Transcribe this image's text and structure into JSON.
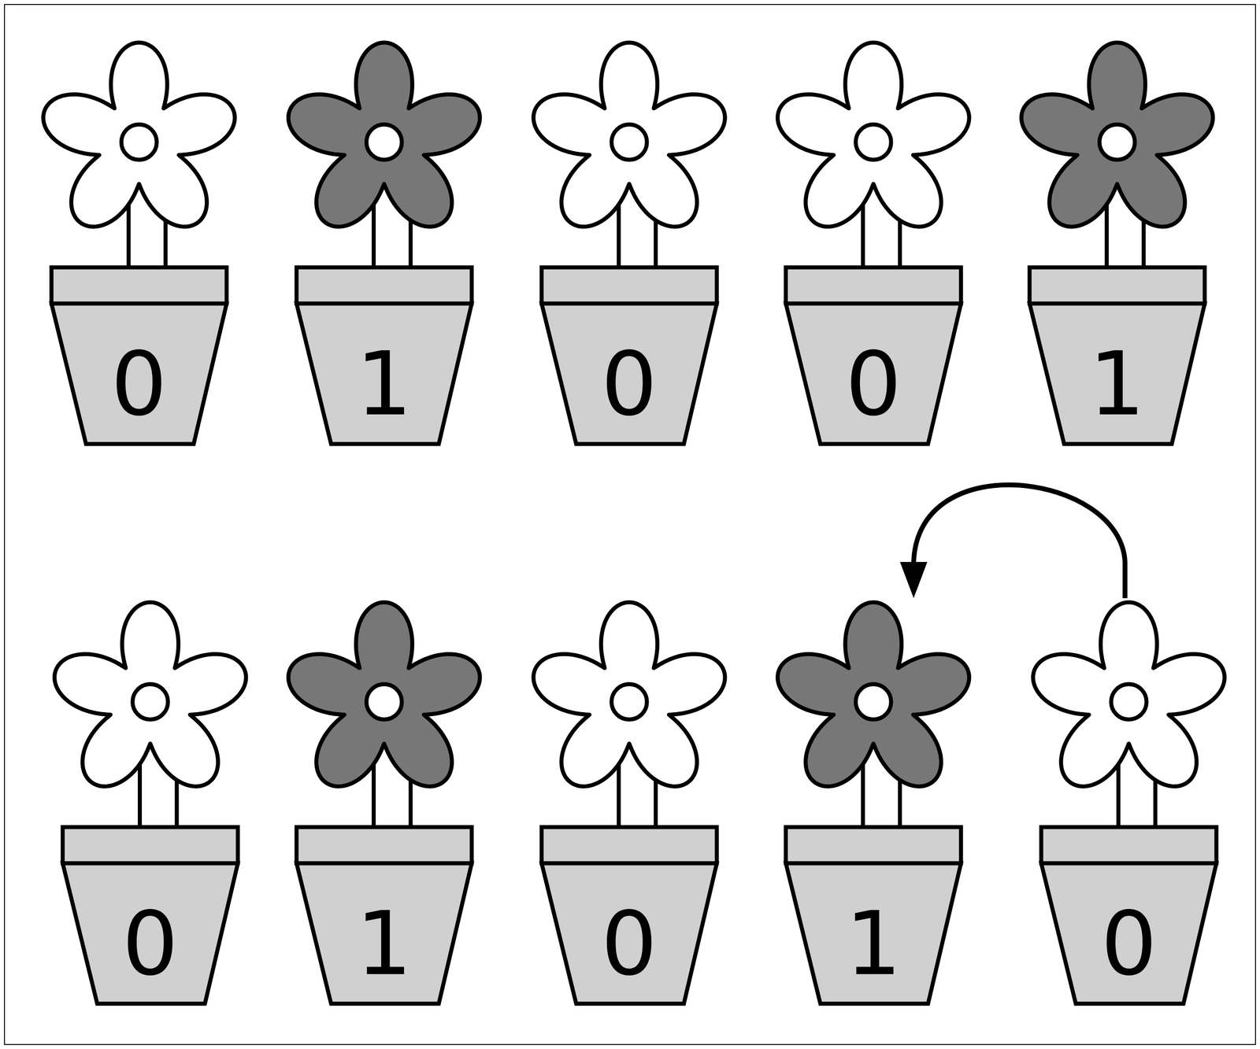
{
  "diagram": {
    "nodes": [
      {
        "text": [
          "0"
        ]
      },
      {
        "text": [
          "1"
        ]
      },
      {
        "text": [
          "0"
        ]
      },
      {
        "text": [
          "0"
        ]
      },
      {
        "text": [
          "1"
        ]
      },
      {
        "text": [
          "0"
        ]
      },
      {
        "text": [
          "1"
        ]
      },
      {
        "text": [
          "0"
        ]
      },
      {
        "text": [
          "1"
        ]
      },
      {
        "text": [
          "0"
        ]
      }
    ],
    "edges": [
      {
        "from": 9,
        "to": 8,
        "arrow": "to"
      }
    ]
  }
}
